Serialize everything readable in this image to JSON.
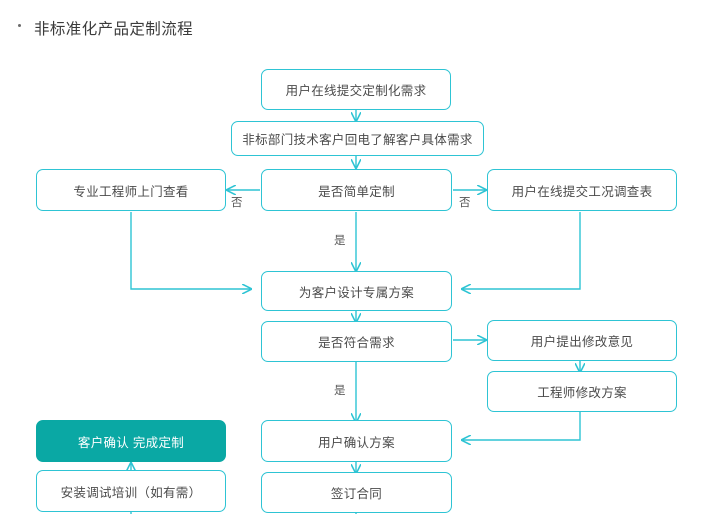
{
  "page": {
    "title": "非标准化产品定制流程",
    "bullet_icon": "bullet-dot-icon",
    "background_color": "#ffffff"
  },
  "theme": {
    "node_border_color": "#2ec4d4",
    "node_text_color": "#4a4a4a",
    "connector_color": "#2ec4d4",
    "highlight_fill_color": "#0aa8a4",
    "highlight_text_color": "#ffffff",
    "title_text_color": "#3b3b3b"
  },
  "flowchart": {
    "type": "flowchart",
    "nodes": [
      {
        "id": "n1",
        "label": "用户在线提交定制化需求",
        "highlighted": false
      },
      {
        "id": "n2",
        "label": "非标部门技术客户回电了解客户具体需求",
        "highlighted": false
      },
      {
        "id": "n3",
        "label": "专业工程师上门查看",
        "highlighted": false
      },
      {
        "id": "n4",
        "label": "是否简单定制",
        "highlighted": false
      },
      {
        "id": "n5",
        "label": "用户在线提交工况调查表",
        "highlighted": false
      },
      {
        "id": "n6",
        "label": "为客户设计专属方案",
        "highlighted": false
      },
      {
        "id": "n7",
        "label": "是否符合需求",
        "highlighted": false
      },
      {
        "id": "n8",
        "label": "用户提出修改意见",
        "highlighted": false
      },
      {
        "id": "n9",
        "label": "工程师修改方案",
        "highlighted": false
      },
      {
        "id": "n10",
        "label": "客户确认 完成定制",
        "highlighted": true
      },
      {
        "id": "n11",
        "label": "用户确认方案",
        "highlighted": false
      },
      {
        "id": "n12",
        "label": "安装调试培训（如有需）",
        "highlighted": false
      },
      {
        "id": "n13",
        "label": "签订合同",
        "highlighted": false
      }
    ],
    "edge_labels": [
      {
        "id": "e1",
        "label": "否",
        "from": "n4",
        "to": "n3"
      },
      {
        "id": "e2",
        "label": "否",
        "from": "n4",
        "to": "n5"
      },
      {
        "id": "e3",
        "label": "是",
        "from": "n4",
        "to": "n6"
      },
      {
        "id": "e4",
        "label": "是",
        "from": "n7",
        "to": "n11"
      }
    ]
  }
}
